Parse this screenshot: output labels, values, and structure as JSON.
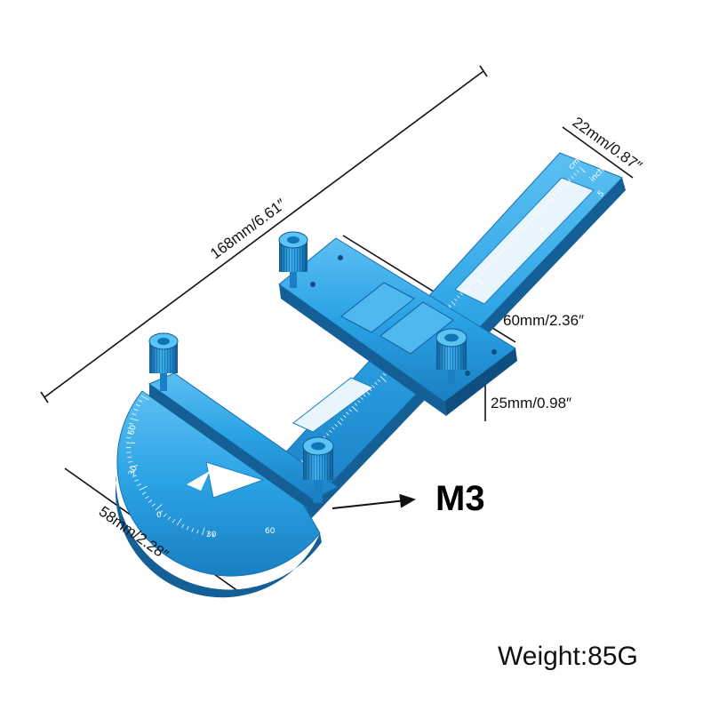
{
  "dimensions": {
    "length": "168mm/6.61″",
    "width_end": "22mm/0.87″",
    "slider_length": "60mm/2.36″",
    "slider_width": "25mm/0.98″",
    "protractor_width": "58mm/2.28″"
  },
  "callout": {
    "screw": "M3"
  },
  "spec": {
    "weight": "Weight:85G"
  },
  "scale": {
    "unit_cm": "cm",
    "unit_inch": "inch",
    "cm_marks": [
      "1",
      "2",
      "3",
      "6",
      "7",
      "8",
      "10",
      "11",
      "12"
    ],
    "inch_marks": [
      "1",
      "2",
      "3",
      "4",
      "5"
    ],
    "protractor_marks": [
      "0",
      "30",
      "60",
      "30",
      "60"
    ]
  },
  "colors": {
    "tool": "#29a3e6",
    "tool_dark": "#1777b8",
    "tool_light": "#6cc8f5",
    "line": "#111111"
  },
  "icons": [
    "knurled-knob-icon",
    "callout-arrow-icon"
  ]
}
